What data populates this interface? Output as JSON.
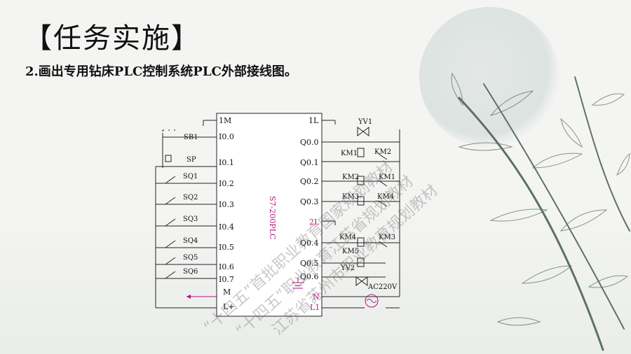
{
  "slide": {
    "title": "【任务实施】",
    "subtitle": "2.画出专用钻床PLC控制系统PLC外部接线图。"
  },
  "plc": {
    "model": "S7-200PLC",
    "left_terminals": [
      "1M",
      "I0.0",
      "I0.1",
      "I0.2",
      "I0.3",
      "I0.4",
      "I0.5",
      "I0.6",
      "I0.7",
      "M",
      "L+"
    ],
    "right_terminals": [
      "1L",
      "Q0.0",
      "Q0.1",
      "Q0.2",
      "Q0.3",
      "2L",
      "Q0.4",
      "Q0.5",
      "Q0.6",
      "N",
      "L1"
    ]
  },
  "inputs": [
    "SB1",
    "SP",
    "SQ1",
    "SQ2",
    "SQ3",
    "SQ4",
    "SQ5",
    "SQ6"
  ],
  "outputs": {
    "yv1": "YV1",
    "km1_coil": "KM1",
    "km2_il": "KM2",
    "km2_coil": "KM2",
    "km1_il": "KM1",
    "km3_coil": "KM3",
    "km4_il": "KM4",
    "km4_coil": "KM4",
    "km3_il": "KM3",
    "km5": "KM5",
    "yv2": "YV2",
    "supply": "AC220V"
  },
  "watermark": {
    "line1": "“十四五”首批职业教育国家规划教材",
    "line2": "“十四五”职业教育江苏省规划教材",
    "line3": "江苏省苏州市职业教育规划教材"
  },
  "colors": {
    "accent_terminal": "#c0127a",
    "ground": "#b0147f",
    "supply": "#b0147f"
  }
}
